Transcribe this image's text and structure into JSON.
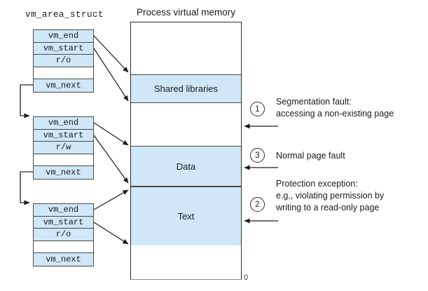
{
  "diagram": {
    "struct_title": "vm_area_struct",
    "memory_title": "Process virtual memory",
    "address_zero": "0"
  },
  "structs": [
    {
      "cells": {
        "vm_end": "vm_end",
        "vm_start": "vm_start",
        "permission": "r/o",
        "empty": "",
        "vm_next": "vm_next"
      }
    },
    {
      "cells": {
        "vm_end": "vm_end",
        "vm_start": "vm_start",
        "permission": "r/w",
        "empty": "",
        "vm_next": "vm_next"
      }
    },
    {
      "cells": {
        "vm_end": "vm_end",
        "vm_start": "vm_start",
        "permission": "r/o",
        "empty": "",
        "vm_next": "vm_next"
      }
    }
  ],
  "memory_regions": {
    "shared": "Shared libraries",
    "data": "Data",
    "text": "Text"
  },
  "annotations": [
    {
      "number": "1",
      "lines": [
        "Segmentation fault:",
        "accessing a non-existing page"
      ]
    },
    {
      "number": "3",
      "lines": [
        "Normal page fault"
      ]
    },
    {
      "number": "2",
      "lines": [
        "Protection exception:",
        "e.g., violating permission by",
        "writing to a read-only page"
      ]
    }
  ],
  "colors": {
    "region_fill": "#cfe7f7",
    "struct_border": "#4a4a4a",
    "arrow": "#1a1a1a"
  }
}
